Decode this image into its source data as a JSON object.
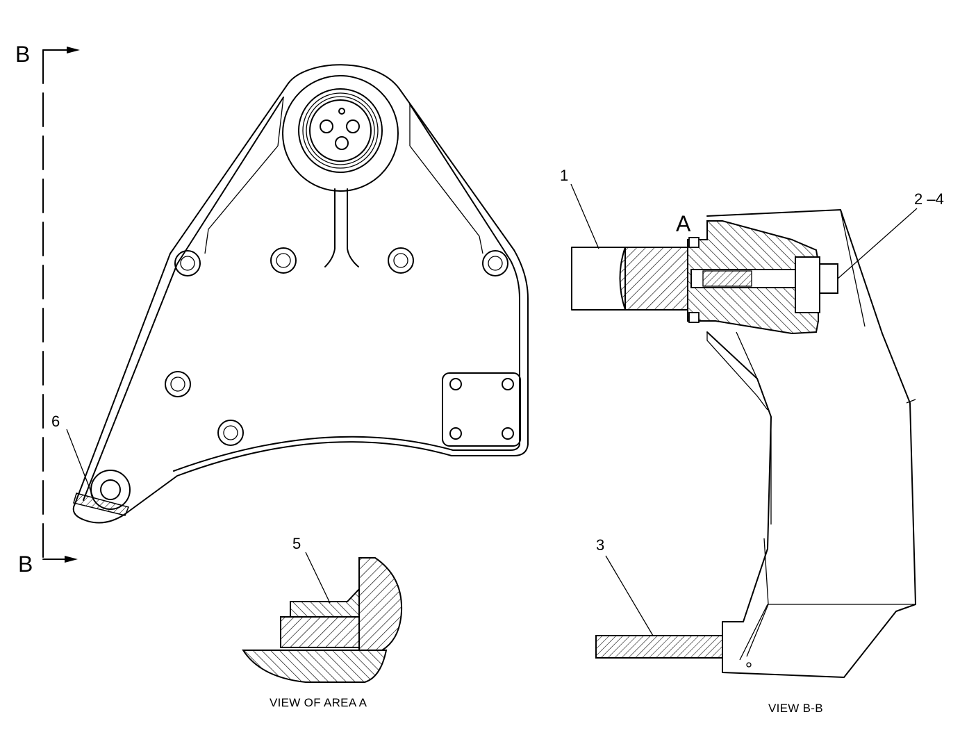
{
  "labels": {
    "section_top": "B",
    "section_bottom": "B",
    "callout_1": "1",
    "callout_2_4": "2 –4",
    "callout_3": "3",
    "callout_5": "5",
    "callout_6": "6",
    "area_a": "A"
  },
  "captions": {
    "view_area_a": "VIEW OF AREA  A",
    "view_b_b": "VIEW B-B"
  }
}
